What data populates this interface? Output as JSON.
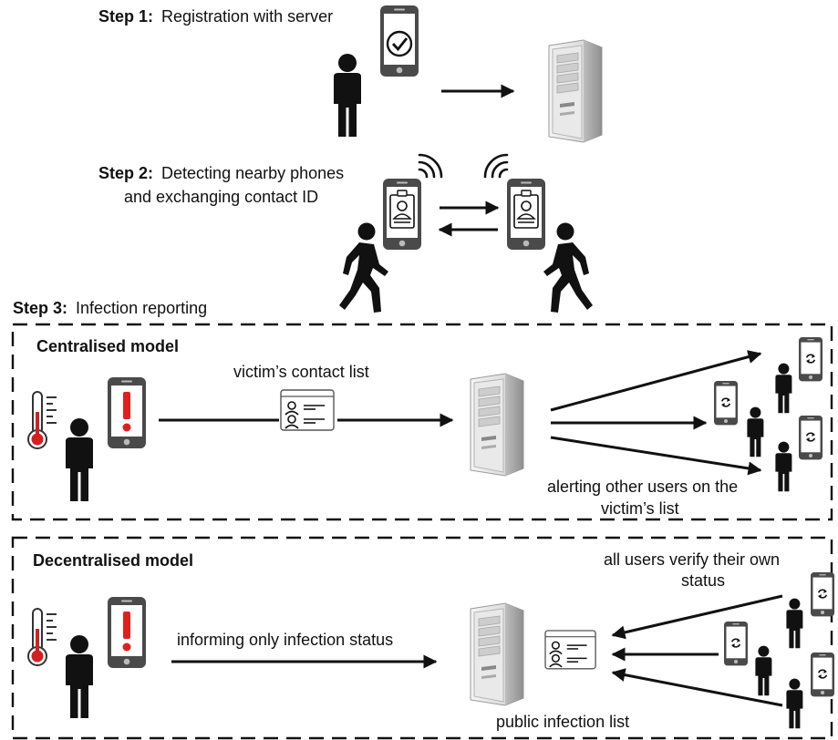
{
  "step1": {
    "label": "Step 1:",
    "text": "Registration with server"
  },
  "step2": {
    "label": "Step 2:",
    "line1": "Detecting nearby phones",
    "line2": "and exchanging contact ID"
  },
  "step3": {
    "label": "Step 3:",
    "text": "Infection reporting"
  },
  "centralised": {
    "title": "Centralised model",
    "contact_list_label": "victim’s contact list",
    "alert_line1": "alerting other users on the",
    "alert_line2": "victim’s list"
  },
  "decentralised": {
    "title": "Decentralised model",
    "inform_label": "informing only infection status",
    "verify_line1": "all users verify their own",
    "verify_line2": "status",
    "public_list_label": "public infection list"
  },
  "colors": {
    "alert": "#e02020",
    "thermometer": "#d42020",
    "server": "#d8d8d8",
    "ink": "#111111"
  },
  "icons": [
    "person-icon",
    "walking-person-icon",
    "smartphone-icon",
    "check-icon",
    "server-icon",
    "contact-card-icon",
    "signal-waves-icon",
    "thermometer-icon",
    "exclamation-icon",
    "sync-icon",
    "list-card-icon"
  ]
}
